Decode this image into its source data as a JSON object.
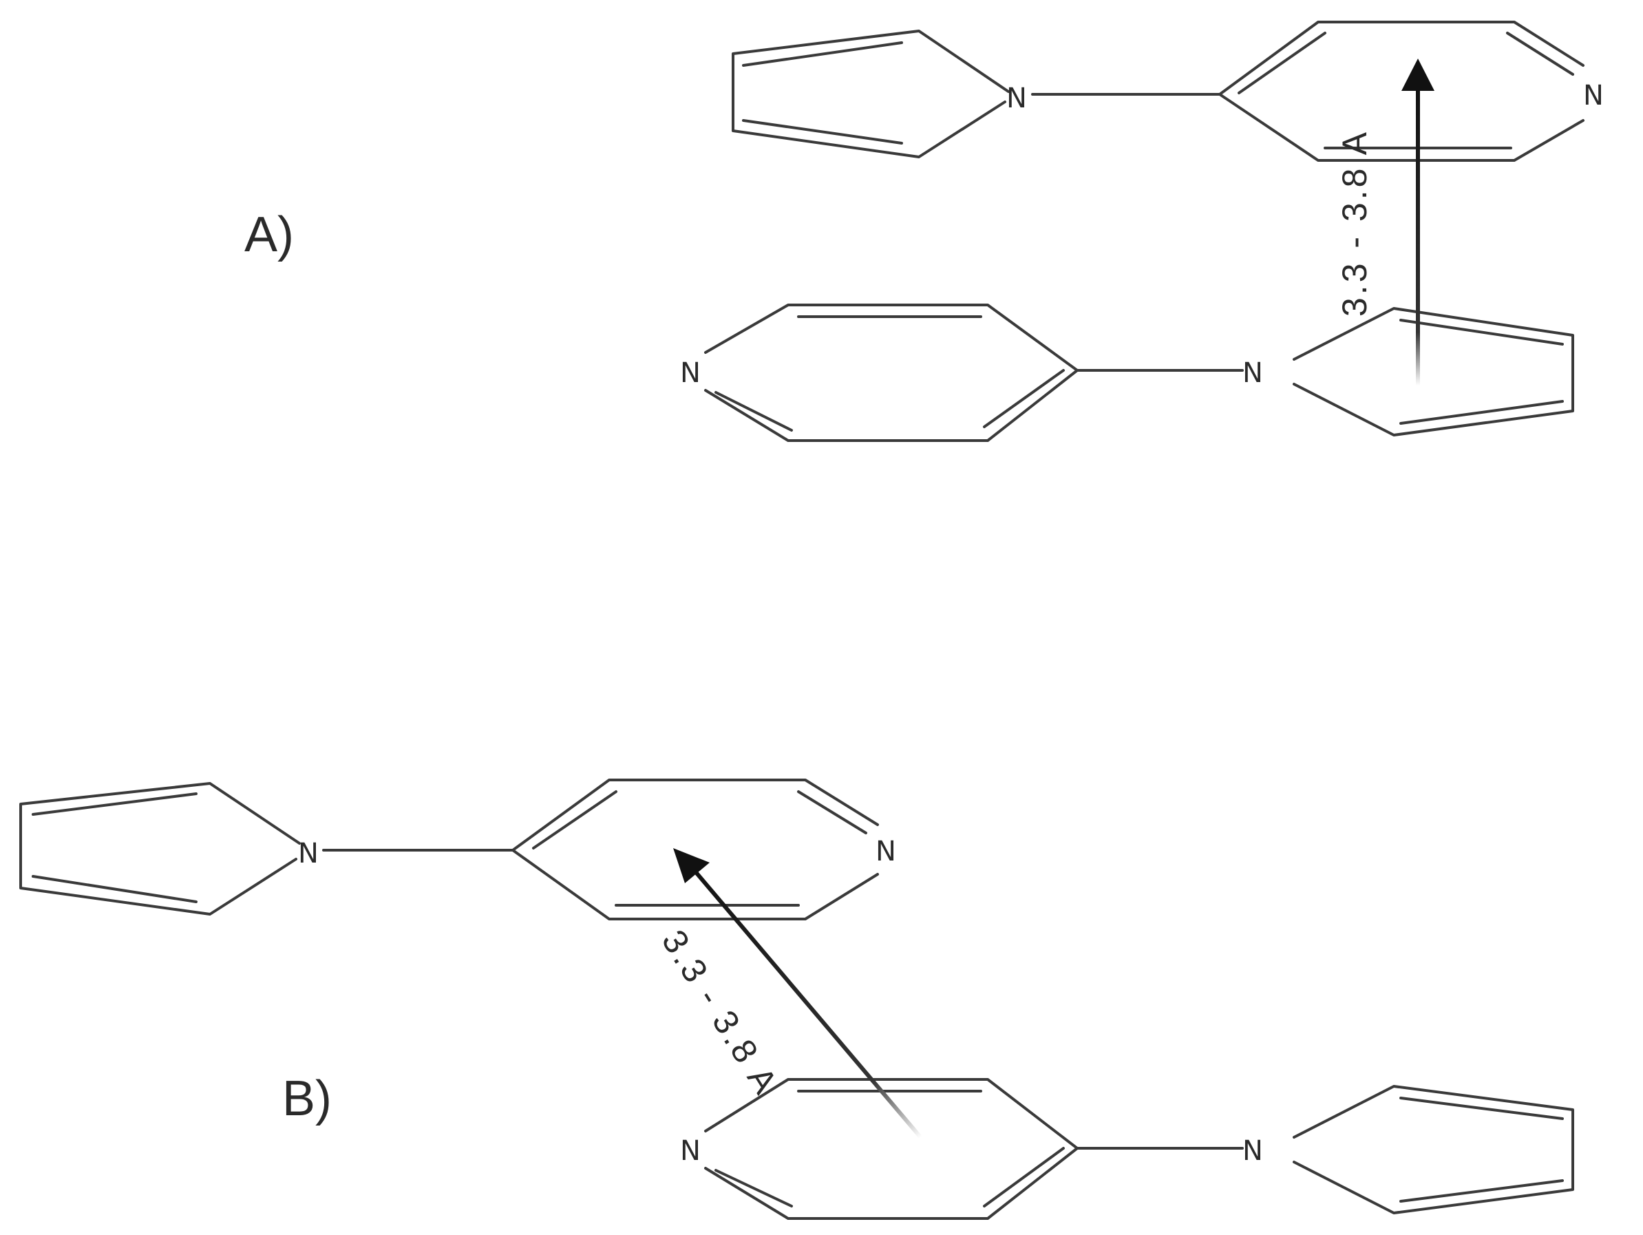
{
  "panels": [
    {
      "label": "A)",
      "distance_label": "3.3 - 3.8 A"
    },
    {
      "label": "B)",
      "distance_label": "3.3 - 3.8 A"
    }
  ],
  "atoms": {
    "nitrogen": "N"
  },
  "colors": {
    "line": "#3a3a3a",
    "text": "#2a2a2a",
    "background": "#ffffff"
  }
}
